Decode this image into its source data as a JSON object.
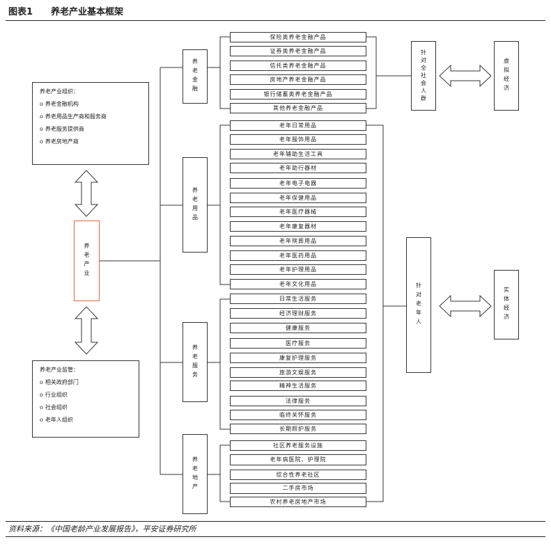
{
  "figure": {
    "number": "图表1",
    "title": "养老产业基本框架"
  },
  "source": "资料来源：《中国老龄产业发展报告》，平安证券研究所",
  "core": "养老产业",
  "organization": {
    "title": "养老产业组织：",
    "items": [
      "养老金融机构",
      "养老用品生产商和服务商",
      "养老服务提供商",
      "养老房地产商"
    ]
  },
  "regulation": {
    "title": "养老产业监管：",
    "items": [
      "相关政府部门",
      "行业组织",
      "社会组织",
      "老年人组织"
    ]
  },
  "categories": [
    {
      "label": "养老金融",
      "items": [
        "保险类养老金融产品",
        "证券类养老金融产品",
        "信托类养老金融产品",
        "房地产养老金融产品",
        "银行储蓄类养老金融产品",
        "其他养老金融产品"
      ]
    },
    {
      "label": "养老用品",
      "items": [
        "老年日常用品",
        "老年服饰用品",
        "老年辅助生活工具",
        "老年助行器材",
        "老年电子电器",
        "老年保健用品",
        "老年医疗器械",
        "老年康复器材",
        "老年殡葬用品",
        "老年医药用品",
        "老年护理用品",
        "老年文化用品"
      ]
    },
    {
      "label": "养老服务",
      "items": [
        "日常生活服务",
        "经济理财服务",
        "健康服务",
        "医疗服务",
        "康复护理服务",
        "旅游文娱服务",
        "精神生活服务",
        "法律服务",
        "临终关怀服务",
        "长期照护服务"
      ]
    },
    {
      "label": "养老地产",
      "items": [
        "社区养老服务设施",
        "老年病医院、护理院",
        "综合性养老社区",
        "二手房市场",
        "农村养老房地产市场"
      ]
    }
  ],
  "targets": {
    "society": "针对全社会人群",
    "elderly": "针对老年人"
  },
  "economy": {
    "virtual": "虚拟经济",
    "real": "实体经济"
  }
}
